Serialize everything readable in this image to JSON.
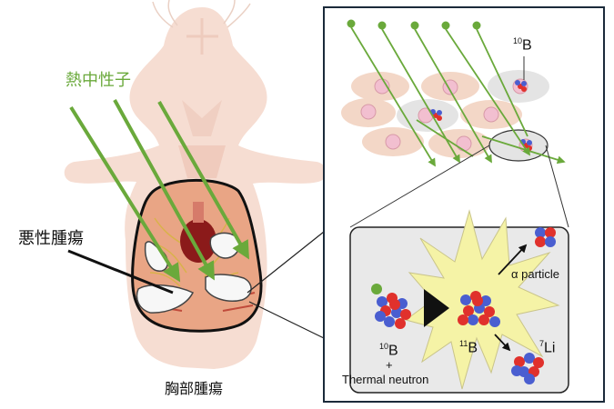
{
  "labels": {
    "thermal_neutron_jp": "熱中性子",
    "malignant_tumor": "悪性腫瘍",
    "chest_tumor": "胸部腫瘍",
    "b10_top_mass": "10",
    "b10_top_symbol": "B",
    "alpha_particle": "α particle",
    "b10_mass": "10",
    "b10_symbol": "B",
    "plus": "+",
    "thermal_neutron_en": "Thermal neutron",
    "b11_mass": "11",
    "b11_symbol": "B",
    "li7_mass": "7",
    "li7_symbol": "Li"
  },
  "colors": {
    "neutron_green": "#6aa93b",
    "mouse_fill": "#f6ddd2",
    "tumor_fill": "#e8a888",
    "organ_red": "#8b1a1a",
    "cell_fill": "#f3d7c7",
    "panel_bg": "#e9e9e9",
    "burst_yellow": "#f5f3a6",
    "proton_red": "#e0312c",
    "neutron_blue": "#4a5ed0"
  }
}
